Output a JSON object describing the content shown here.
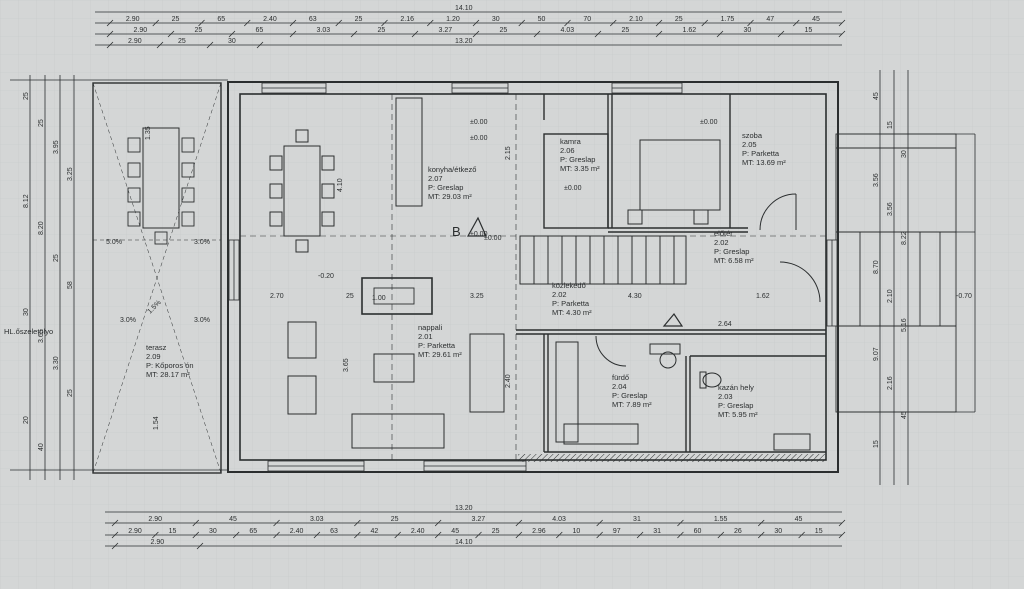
{
  "dimensions": {
    "top_total_1": "14.10",
    "top_total_2": "13.20",
    "top_row1": [
      "2.90",
      "25",
      "65",
      "2.40",
      "63",
      "25",
      "2.16",
      "1.20",
      "30",
      "50",
      "70",
      "2.10",
      "25",
      "1.75",
      "47",
      "45"
    ],
    "top_row2": [
      "2.90",
      "25",
      "65",
      "3.03",
      "25",
      "3.27",
      "25",
      "4.03",
      "25",
      "1.62",
      "30",
      "15"
    ],
    "top_row3": [
      "2.90",
      "25",
      "30"
    ],
    "bottom_total_1": "13.20",
    "bottom_total_2": "14.10",
    "bottom_row1": [
      "2.90",
      "45",
      "3.03",
      "25",
      "3.27",
      "4.03",
      "31",
      "1.55",
      "45"
    ],
    "bottom_row2": [
      "2.90",
      "15",
      "30",
      "65",
      "2.40",
      "63",
      "42",
      "2.40",
      "45",
      "25",
      "2.96",
      "10",
      "97",
      "31",
      "60",
      "26",
      "30",
      "15"
    ],
    "bottom_row3": [
      "2.90"
    ],
    "interior_h": [
      "2.70",
      "25",
      "3.25",
      "4.30",
      "1.62"
    ],
    "left_v": [
      "25",
      "25",
      "3.95",
      "3.25",
      "8.12",
      "8.20",
      "25",
      "58",
      "30",
      "3.65",
      "3.30",
      "25",
      "20",
      "40"
    ],
    "right_v": [
      "45",
      "15",
      "30",
      "3.56",
      "3.56",
      "8.22",
      "8.70",
      "2.10",
      "5.16",
      "9.07",
      "2.16",
      "45",
      "15"
    ],
    "other": [
      "4.10",
      "3.65",
      "2.40",
      "2.15",
      "1.35",
      "1.00",
      "1.54",
      "5.0%",
      "3.0%",
      "3.0%",
      "3.0%",
      "1.5%",
      "2.64"
    ],
    "levels": [
      "±0.00",
      "±0.00",
      "±0.00",
      "±0.00",
      "±0.00",
      "±0.00",
      "-0.20",
      "-0.70"
    ]
  },
  "rooms": [
    {
      "name": "konyha/étkező",
      "number": "2.07",
      "floor": "P:",
      "floor_material": "Greslap",
      "area_label": "MT:",
      "area": "29.03 m²"
    },
    {
      "name": "kamra",
      "number": "2.06",
      "floor": "P:",
      "floor_material": "Greslap",
      "area_label": "MT:",
      "area": "3.35 m²"
    },
    {
      "name": "szoba",
      "number": "2.05",
      "floor": "P:",
      "floor_material": "Parketta",
      "area_label": "MT:",
      "area": "13.69 m²"
    },
    {
      "name": "előtér",
      "number": "2.02",
      "floor": "P:",
      "floor_material": "Greslap",
      "area_label": "MT:",
      "area": "6.58 m²"
    },
    {
      "name": "közlekedő",
      "number": "2.02",
      "floor": "P:",
      "floor_material": "Parketta",
      "area_label": "MT:",
      "area": "4.30 m²"
    },
    {
      "name": "nappali",
      "number": "2.01",
      "floor": "P:",
      "floor_material": "Parketta",
      "area_label": "MT:",
      "area": "29.61 m²"
    },
    {
      "name": "fürdő",
      "number": "2.04",
      "floor": "P:",
      "floor_material": "Greslap",
      "area_label": "MT:",
      "area": "7.89 m²"
    },
    {
      "name": "kazán hely",
      "number": "2.03",
      "floor": "P:",
      "floor_material": "Greslap",
      "area_label": "MT:",
      "area": "5.95 m²"
    },
    {
      "name": "terasz",
      "number": "2.09",
      "floor": "P:",
      "floor_material": "Kőporos ón",
      "area_label": "MT:",
      "area": "28.17 m²"
    }
  ],
  "section_marker": "B",
  "side_note": "HL.őszeletölyo",
  "colors": {
    "paper": "#d4d6d6",
    "ink": "#2b2e2f",
    "grid": "#c3c6c6"
  }
}
